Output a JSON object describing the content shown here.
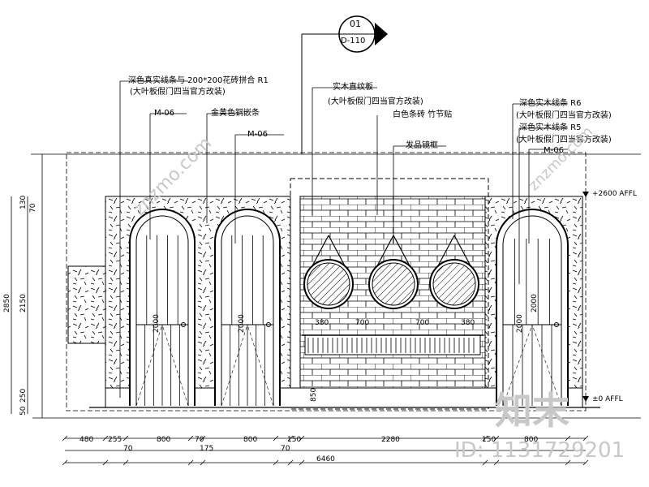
{
  "callout": {
    "number": "01",
    "sheet": "D-110"
  },
  "annotations": {
    "top_left_1": "深色真实线条与 200*200花砖拼合  R1",
    "top_left_1_note": "(大叶板假门四当官方改装)",
    "m06_a": "M-06",
    "gold_line": "金黄色铜嵌条",
    "m06_b": "M-06",
    "center_1": "实木直纹板",
    "center_1_note": "(大叶板假门四当官方改装)",
    "center_2": "白色条砖 竹节贴",
    "center_3": "发品镜框",
    "right_1": "深色实木线条 R6",
    "right_1_note": "(大叶板假门四当官方改装)",
    "right_2": "深色实木线条 R5",
    "right_2_note": "(大叶板假门四当官方改装)",
    "m06_c": "M-06"
  },
  "levels": {
    "top": "+2600  AFFL",
    "bottom": "±0  AFFL"
  },
  "dims_bottom_row1": [
    "480",
    "255",
    "800",
    "70",
    "800",
    "150",
    "2280",
    "150",
    "800"
  ],
  "dims_bottom_row2": [
    "70",
    "175",
    "70"
  ],
  "dims_total": "6460",
  "dims_left": [
    "130",
    "70",
    "2850",
    "2150",
    "250",
    "50"
  ],
  "door_heights": [
    "2000",
    "2000",
    "2000",
    "2000"
  ],
  "counter_dims": [
    "380",
    "700",
    "700",
    "380"
  ],
  "counter_height": "850",
  "watermark": {
    "site": "znzmo.com",
    "brand": "知末",
    "id": "ID: 1131729201"
  }
}
